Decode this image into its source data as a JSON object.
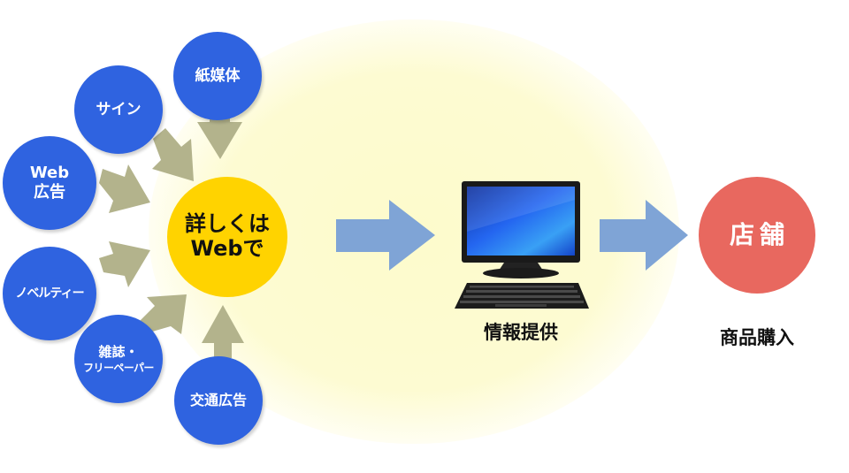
{
  "hub": {
    "line1": "詳しくは",
    "line2": "Webで"
  },
  "sources": {
    "paper": {
      "line1": "紙媒体"
    },
    "sign": {
      "line1": "サイン"
    },
    "web": {
      "line1": "Web",
      "line2": "広告"
    },
    "novelty": {
      "line1": "ノベルティー"
    },
    "magazine": {
      "line1": "雑誌・",
      "line2": "フリーペーパー"
    },
    "transit": {
      "line1": "交通広告"
    }
  },
  "computer": {
    "caption": "情報提供"
  },
  "store": {
    "label": "店舗",
    "caption": "商品購入"
  },
  "colors": {
    "source_circle": "#2f63e0",
    "hub_circle": "#ffd300",
    "store_circle": "#e8685f",
    "glow": "#fdfbc8",
    "source_arrows": "#b3b38c",
    "flow_arrows": "#7fa4d6"
  }
}
